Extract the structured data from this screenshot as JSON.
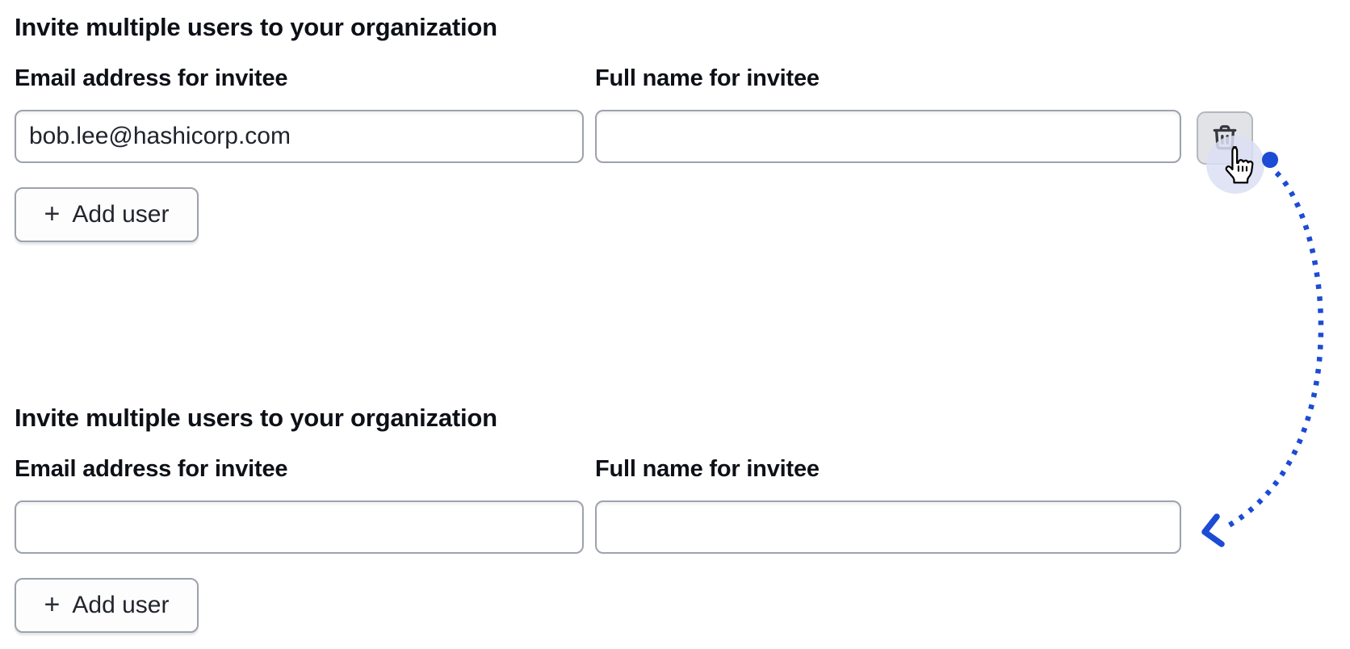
{
  "colors": {
    "accent_blue": "#1c4bd4",
    "click_halo": "#dbdff3",
    "input_border": "#9da2ae",
    "delete_button_bg": "#e2e3e7",
    "icon_color": "#35383f",
    "text": "#0d1016"
  },
  "sections": [
    {
      "heading": "Invite multiple users to your organization",
      "email_field": {
        "label": "Email address for invitee",
        "value": "bob.lee@hashicorp.com"
      },
      "name_field": {
        "label": "Full name for invitee",
        "value": ""
      },
      "add_button": {
        "icon": "plus-icon",
        "glyph": "+",
        "label": "Add user"
      },
      "delete_button": {
        "icon": "trash-icon"
      }
    },
    {
      "heading": "Invite multiple users to your organization",
      "email_field": {
        "label": "Email address for invitee",
        "value": ""
      },
      "name_field": {
        "label": "Full name for invitee",
        "value": ""
      },
      "add_button": {
        "icon": "plus-icon",
        "glyph": "+",
        "label": "Add user"
      }
    }
  ],
  "annotation": {
    "type": "dotted-arrow",
    "color": "#1c4bd4",
    "cursor": "hand-pointer"
  }
}
